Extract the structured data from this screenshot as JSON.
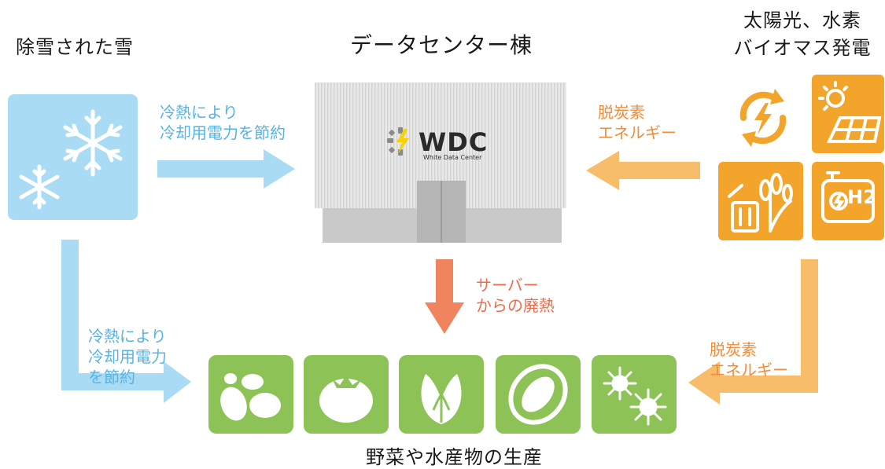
{
  "titles": {
    "snow": "除雪された雪",
    "datacenter": "データセンター棟",
    "energy_line1": "太陽光、水素",
    "energy_line2": "バイオマス発電",
    "produce": "野菜や水産物の生産"
  },
  "labels": {
    "cold_top_line1": "冷熱により",
    "cold_top_line2": "冷却用電力を節約",
    "cold_left_line1": "冷熱により",
    "cold_left_line2": "冷却用電力",
    "cold_left_line3": "を節約",
    "decarb_top_line1": "脱炭素",
    "decarb_top_line2": "エネルギー",
    "decarb_bottom_line1": "脱炭素",
    "decarb_bottom_line2": "エネルギー",
    "waste_heat_line1": "サーバー",
    "waste_heat_line2": "からの廃熱"
  },
  "wdc": {
    "logo": "WDC",
    "subtitle": "White Data Center"
  },
  "energy_icons": [
    "renewable-cycle-icon",
    "solar-panel-icon",
    "biomass-icon",
    "hydrogen-generator-icon"
  ],
  "hydrogen_text": "H2",
  "produce_icons": [
    "potato-icon",
    "tomato-icon",
    "lettuce-icon",
    "shellfish-icon",
    "sea-urchin-icon"
  ],
  "colors": {
    "snow_blue": "#a9dcf4",
    "arrow_blue": "#a9dcf4",
    "arrow_orange": "#f7bd6a",
    "arrow_red": "#f0845e",
    "tile_orange": "#f2a42b",
    "tile_green": "#8dc356",
    "text_blue": "#56b3e4",
    "text_orange": "#f08c3a",
    "text_red": "#ee6a4a"
  }
}
